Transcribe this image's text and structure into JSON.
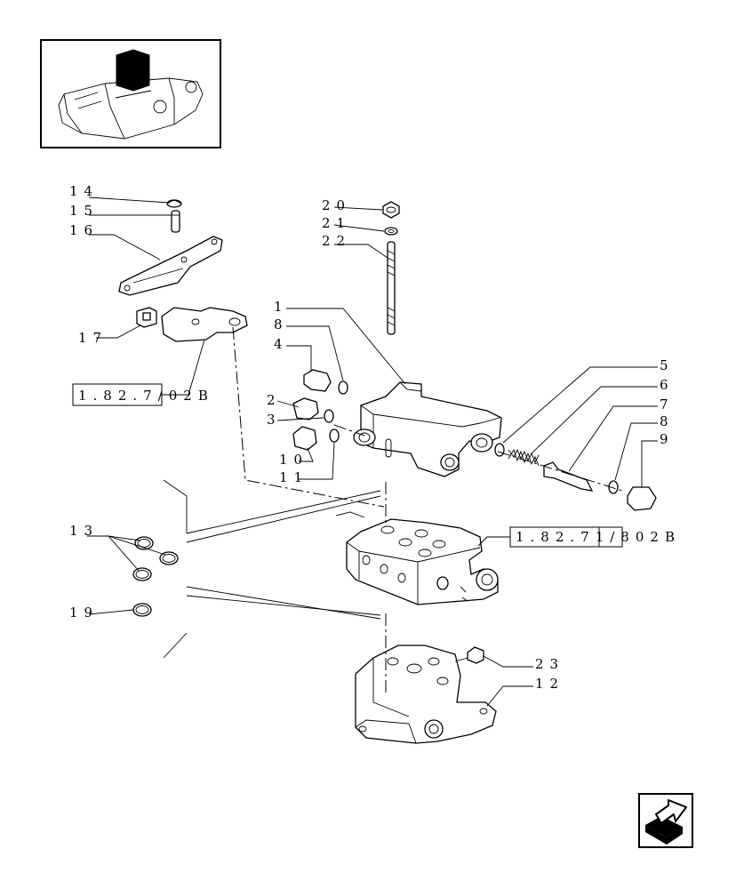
{
  "diagram": {
    "part_labels": {
      "p1": "1",
      "p2": "2",
      "p3": "3",
      "p4": "4",
      "p5": "5",
      "p6": "6",
      "p7": "7",
      "p8a": "8",
      "p8b": "8",
      "p9": "9",
      "p10": "10",
      "p11": "11",
      "p12": "12",
      "p13": "13",
      "p14": "14",
      "p15": "15",
      "p16": "16",
      "p17": "17",
      "p19": "19",
      "p20": "20",
      "p21": "21",
      "p22": "22",
      "p23": "23"
    },
    "references": {
      "ref_left": "1.82.7/02B",
      "ref_right": "1.82.71/802B"
    }
  },
  "navigation": {
    "next_icon": "arrow-next-icon"
  }
}
